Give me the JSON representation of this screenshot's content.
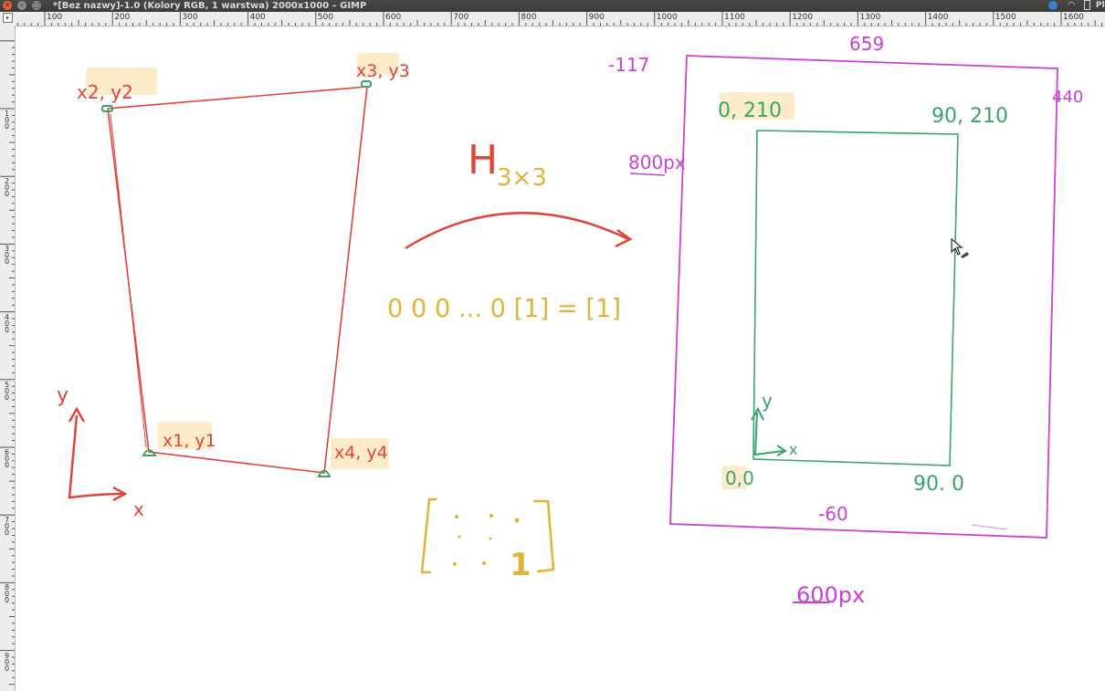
{
  "window": {
    "title": "*[Bez nazwy]-1.0 (Kolory RGB, 1 warstwa) 2000x1000 – GIMP",
    "close_glyph": "✕",
    "minimize_glyph": "–",
    "maximize_glyph": "□",
    "tray_lang": "Pl"
  },
  "ruler_top_labels": [
    "100",
    "200",
    "300",
    "400",
    "500",
    "600",
    "700",
    "800",
    "900",
    "1000",
    "1100",
    "1200",
    "1300",
    "1400",
    "1500",
    "1600"
  ],
  "ruler_left_labels": [
    "100",
    "200",
    "300",
    "400",
    "500",
    "600",
    "700",
    "800",
    "900"
  ],
  "drawing": {
    "left_quad": {
      "label_x2y2": "x2, y2",
      "label_x3y3": "x3, y3",
      "label_x1y1": "x1, y1",
      "label_x4y4": "x4, y4",
      "axis_y": "y",
      "axis_x": "x"
    },
    "middle": {
      "homography": "H",
      "homography_sub": "3×3",
      "equation": "0 0 0 ... 0 [1] = [1]",
      "matrix_one": "1"
    },
    "right_rect": {
      "top_value": "659",
      "left_value": "-117",
      "right_value": "440",
      "bottom_value": "-60",
      "height_px": "800px",
      "width_px": "600px",
      "corner_tl": "0, 210",
      "corner_tr": "90, 210",
      "corner_bl": "0,0",
      "corner_br": "90. 0",
      "axis_y": "y",
      "axis_x": "x"
    }
  },
  "colors": {
    "red": "#e0453a",
    "green": "#3aa46a",
    "magenta": "#cc3fd6",
    "gold": "#e0b33a",
    "highlight": "#fbe6b8"
  }
}
